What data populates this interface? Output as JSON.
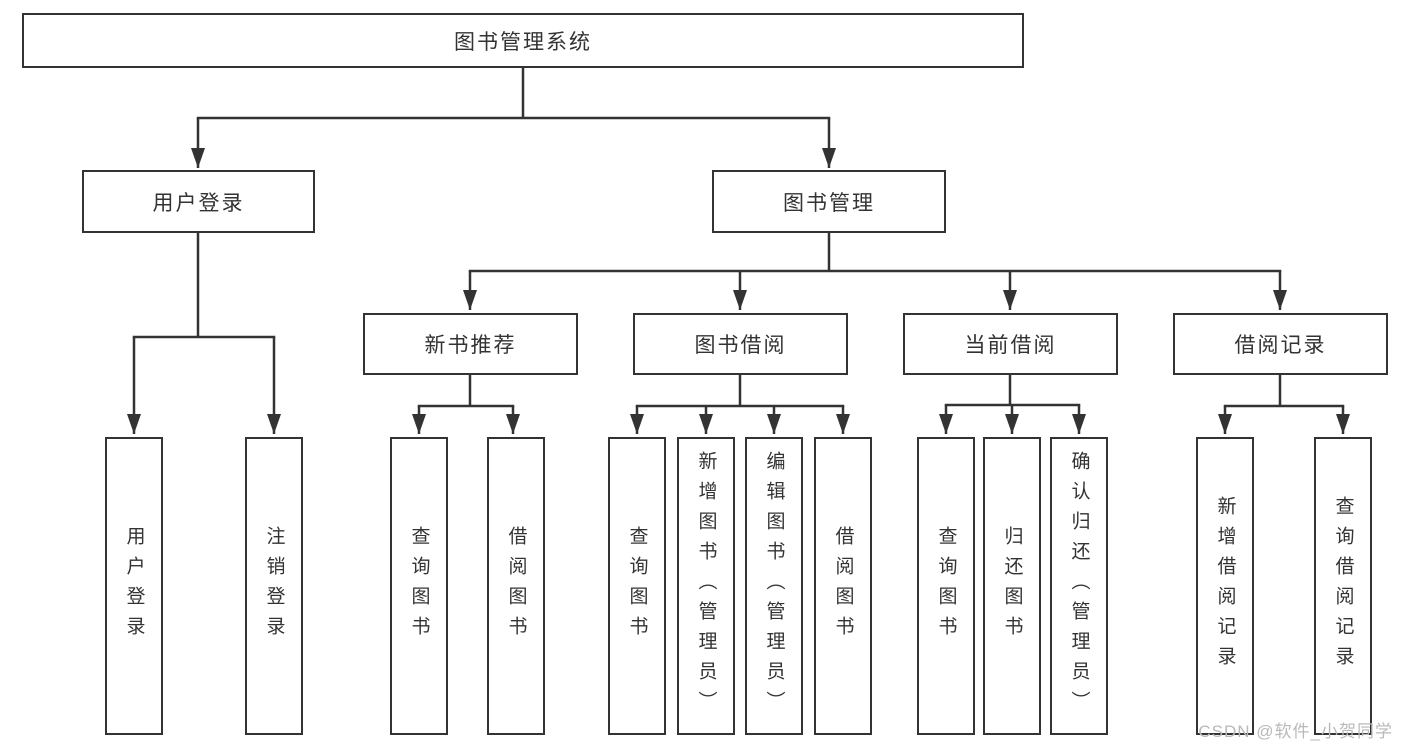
{
  "diagram": {
    "title": "图书管理系统",
    "branches": [
      {
        "label": "用户登录",
        "children": [
          "用户登录",
          "注销登录"
        ]
      },
      {
        "label": "图书管理",
        "sections": [
          {
            "label": "新书推荐",
            "children": [
              "查询图书",
              "借阅图书"
            ]
          },
          {
            "label": "图书借阅",
            "children": [
              "查询图书",
              "新增图书（管理员）",
              "编辑图书（管理员）",
              "借阅图书"
            ]
          },
          {
            "label": "当前借阅",
            "children": [
              "查询图书",
              "归还图书",
              "确认归还（管理员）"
            ]
          },
          {
            "label": "借阅记录",
            "children": [
              "新增借阅记录",
              "查询借阅记录"
            ]
          }
        ]
      }
    ]
  },
  "colors": {
    "line": "#333333",
    "text": "#333333",
    "watermark": "#b9b9b9",
    "background": "#ffffff"
  },
  "watermark": "CSDN @软件_小贺同学"
}
